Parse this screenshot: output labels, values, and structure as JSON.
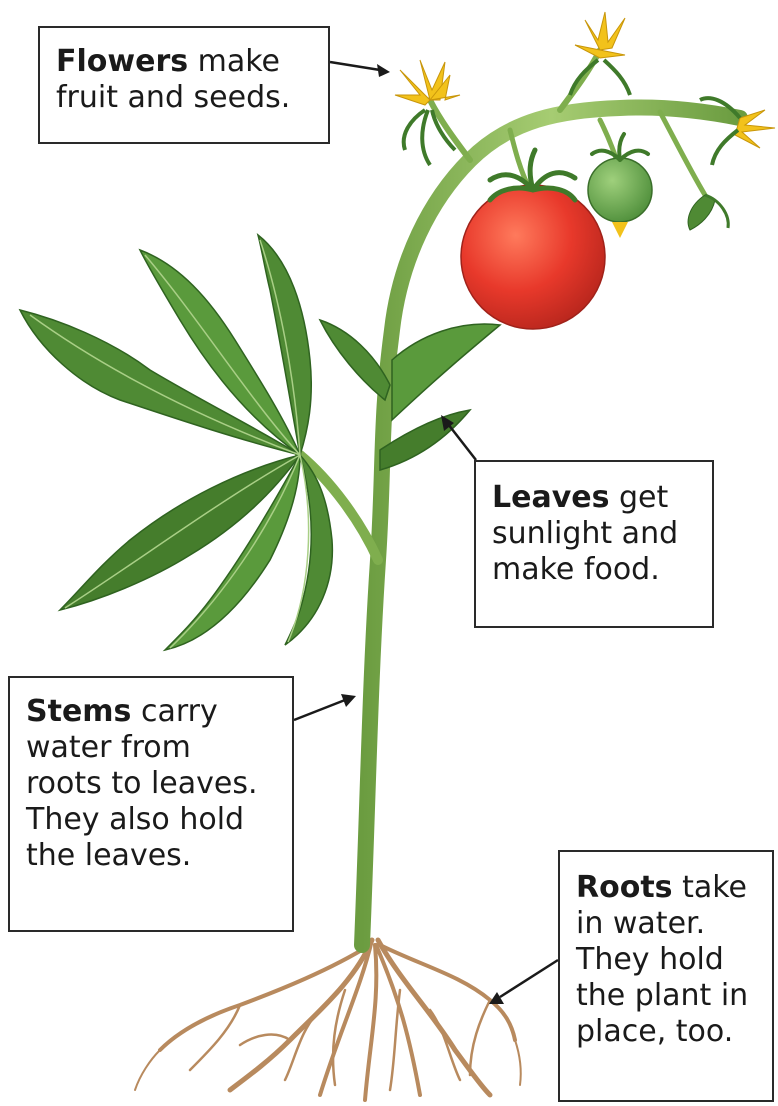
{
  "labels": {
    "flowers": {
      "term": "Flowers",
      "text_1": " make",
      "text_2": "fruit and seeds."
    },
    "leaves": {
      "term": "Leaves",
      "text_1": " get",
      "text_2": "sunlight and",
      "text_3": "make food."
    },
    "stems": {
      "term": "Stems",
      "text_1": " carry",
      "text_2": "water from",
      "text_3": "roots to leaves.",
      "text_4": "They also hold",
      "text_5": "the leaves."
    },
    "roots": {
      "term": "Roots",
      "text_1": " take",
      "text_2": "in water.",
      "text_3": "They hold",
      "text_4": "the plant in",
      "text_5": "place, too."
    }
  },
  "colors": {
    "stem": "#7fae4e",
    "leaf": "#4f8a34",
    "leaf_dark": "#2f6320",
    "fruit_ripe": "#e8392b",
    "fruit_unripe": "#5fa24a",
    "flower": "#f2c21b",
    "root": "#b88a5e"
  }
}
